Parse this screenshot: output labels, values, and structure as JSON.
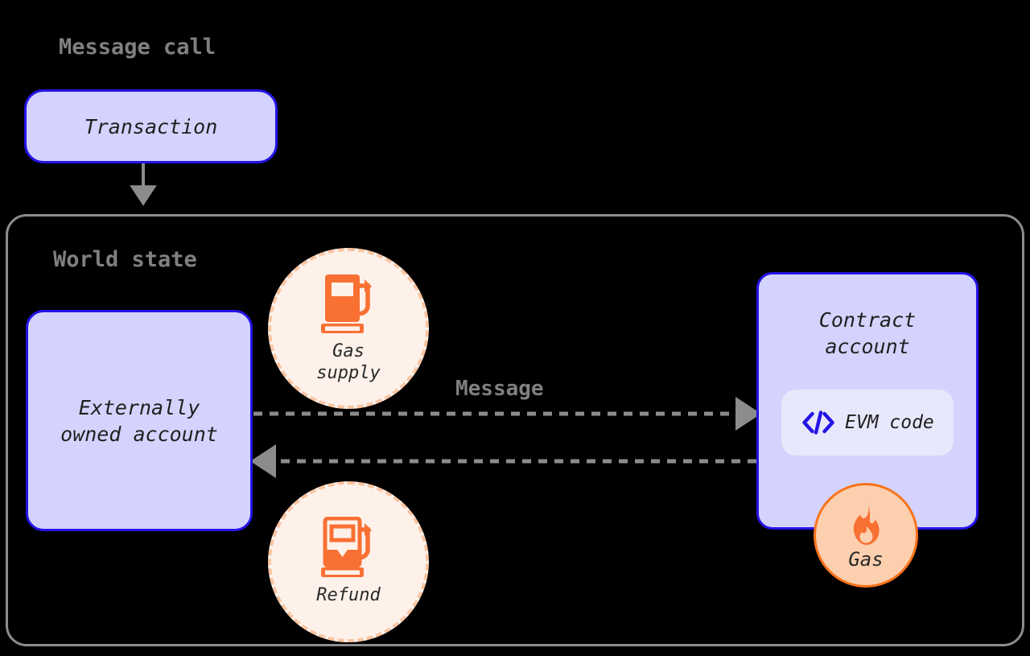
{
  "diagram": {
    "title": "Message call",
    "background_color": "#000000",
    "accent_blue": "#2414e6",
    "node_fill": "#d4d3fd",
    "accent_orange": "#f9731a",
    "gas_circle_fill": "#fdf1ea",
    "gas_circle_border": "#f9c5a2",
    "gas_badge_fill": "#fccfae",
    "evm_pill_fill": "#e8e8fc",
    "container_border": "#8c8c8c",
    "arrow_color": "#8c8c8c",
    "title_color": "#808080"
  },
  "transaction": {
    "label": "Transaction"
  },
  "world_state": {
    "title": "World state"
  },
  "eoa": {
    "label": "Externally\nowned account"
  },
  "contract": {
    "label": "Contract\naccount",
    "evm_code": {
      "icon": "code-brackets-icon",
      "label": "EVM code"
    },
    "gas_badge": {
      "icon": "flame-icon",
      "label": "Gas"
    }
  },
  "gas_supply": {
    "icon": "fuel-pump-full-icon",
    "label": "Gas\nsupply"
  },
  "refund": {
    "icon": "fuel-pump-partial-icon",
    "label": "Refund"
  },
  "edges": {
    "transaction_to_world_state": {
      "label": "",
      "style": "solid-arrow"
    },
    "message": {
      "label": "Message",
      "style": "dashed-arrow",
      "direction": "eoa-to-contract"
    },
    "return": {
      "label": "",
      "style": "dashed-arrow",
      "direction": "contract-to-eoa"
    }
  }
}
